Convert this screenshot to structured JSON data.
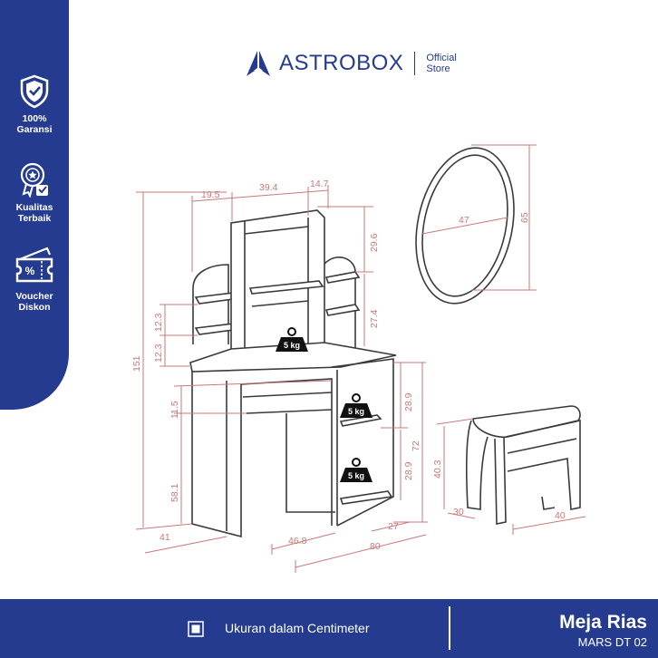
{
  "brand": {
    "name": "ASTROBOX",
    "sub_line1": "Official",
    "sub_line2": "Store"
  },
  "sidebar": {
    "items": [
      {
        "icon": "shield-check-icon",
        "line1": "100%",
        "line2": "Garansi"
      },
      {
        "icon": "award-badge-icon",
        "line1": "Kualitas",
        "line2": "Terbaik"
      },
      {
        "icon": "voucher-ticket-icon",
        "line1": "Voucher",
        "line2": "Diskon"
      }
    ]
  },
  "dimensions": {
    "total_height": "151",
    "shelf_w1": "19.5",
    "shelf_w2": "39.4",
    "shelf_w3": "14.7",
    "top_hutch_h": "29.6",
    "side_shelf_a": "12.3",
    "side_shelf_b": "12.3",
    "hutch_lower_h": "27.4",
    "drawer_h": "11.5",
    "leg_h": "58.1",
    "cabinet_upper_h": "28.9",
    "cabinet_lower_h": "28.9",
    "table_h": "72",
    "depth": "41",
    "desk_inner_w": "46.8",
    "desk_width": "80",
    "cabinet_depth": "27",
    "weight_label": "5 kg",
    "mirror_w": "47",
    "mirror_h": "65",
    "stool_h": "40.3",
    "stool_d": "30",
    "stool_w": "40"
  },
  "footer": {
    "note": "Ukuran dalam Centimeter",
    "title": "Meja Rias",
    "model": "MARS DT 02"
  },
  "colors": {
    "brand_blue": "#243b8f",
    "dimension_red": "#c97878",
    "line": "#3a3a3a"
  }
}
